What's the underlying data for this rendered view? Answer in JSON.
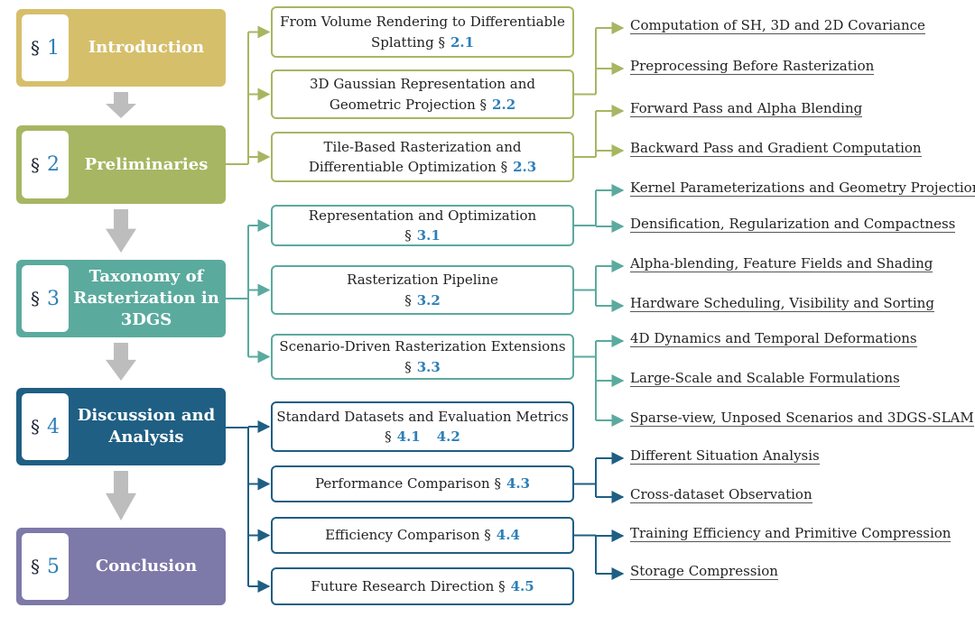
{
  "colors": {
    "gold": "#D6BF6B",
    "olive": "#A7B662",
    "teal": "#5BAA9E",
    "navy": "#1F5F83",
    "purple": "#7D79A8",
    "arrow": "#BDBDBD",
    "ref_blue": "#2D7FB8"
  },
  "section_symbol": "§",
  "sections": [
    {
      "id": "s1",
      "number": "1",
      "title": "Introduction",
      "color": "gold"
    },
    {
      "id": "s2",
      "number": "2",
      "title": "Preliminaries",
      "color": "olive"
    },
    {
      "id": "s3",
      "number": "3",
      "title": "Taxonomy of\nRasterization in\n3DGS",
      "color": "teal"
    },
    {
      "id": "s4",
      "number": "4",
      "title": "Discussion and\nAnalysis",
      "color": "navy"
    },
    {
      "id": "s5",
      "number": "5",
      "title": "Conclusion",
      "color": "purple"
    }
  ],
  "subsections": [
    {
      "parent": "s2",
      "text": "From Volume Rendering to Differentiable",
      "text2": "Splatting",
      "refs": [
        "2.1"
      ],
      "ref_inline": true,
      "leaves": []
    },
    {
      "parent": "s2",
      "text": "3D Gaussian Representation and",
      "text2": "Geometric Projection",
      "refs": [
        "2.2"
      ],
      "ref_inline": true,
      "leaves": [
        "Computation of  SH, 3D and 2D Covariance",
        "Preprocessing Before Rasterization"
      ]
    },
    {
      "parent": "s2",
      "text": "Tile-Based Rasterization and",
      "text2": "Differentiable Optimization",
      "refs": [
        "2.3"
      ],
      "ref_inline": true,
      "leaves": [
        "Forward Pass and Alpha Blending",
        "Backward Pass and Gradient Computation"
      ]
    },
    {
      "parent": "s3",
      "text": "Representation and Optimization",
      "text2": "",
      "refs": [
        "3.1"
      ],
      "ref_inline": false,
      "leaves": [
        "Kernel Parameterizations and Geometry Projection",
        "Densification, Regularization and Compactness"
      ]
    },
    {
      "parent": "s3",
      "text": "Rasterization Pipeline",
      "text2": "",
      "refs": [
        "3.2"
      ],
      "ref_inline": false,
      "leaves": [
        "Alpha-blending, Feature Fields and Shading",
        "Hardware Scheduling, Visibility and Sorting"
      ]
    },
    {
      "parent": "s3",
      "text": "Scenario-Driven Rasterization Extensions",
      "text2": "",
      "refs": [
        "3.3"
      ],
      "ref_inline": false,
      "leaves": [
        "4D Dynamics and Temporal Deformations",
        "Large-Scale and Scalable Formulations",
        "Sparse-view, Unposed Scenarios and 3DGS-SLAM"
      ]
    },
    {
      "parent": "s4",
      "text": "Standard Datasets and Evaluation Metrics",
      "text2": "",
      "refs": [
        "4.1",
        "4.2"
      ],
      "ref_inline": false,
      "leaves": []
    },
    {
      "parent": "s4",
      "text": "Performance Comparison",
      "text2": "",
      "refs": [
        "4.3"
      ],
      "ref_inline": true,
      "leaves": [
        "Different Situation Analysis",
        "Cross-dataset Observation"
      ]
    },
    {
      "parent": "s4",
      "text": "Efficiency Comparison",
      "text2": "",
      "refs": [
        "4.4"
      ],
      "ref_inline": true,
      "leaves": [
        "Training Efficiency and Primitive Compression",
        "Storage Compression"
      ]
    },
    {
      "parent": "s4",
      "text": "Future Research Direction",
      "text2": "",
      "refs": [
        "4.5"
      ],
      "ref_inline": true,
      "leaves": []
    }
  ]
}
